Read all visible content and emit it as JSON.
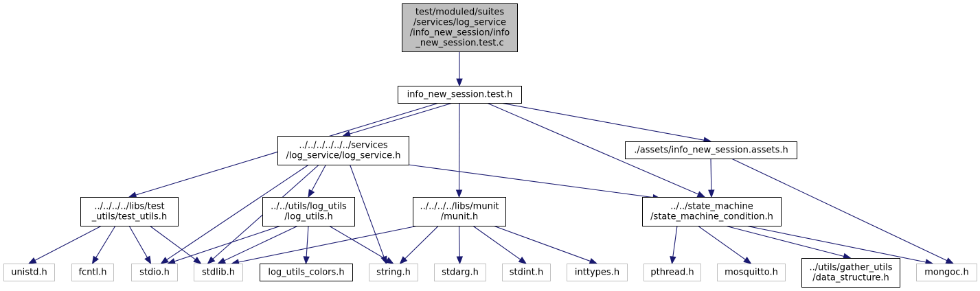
{
  "colors": {
    "edge": "#191970",
    "root_fill": "#bfbfbf",
    "node_stroke": "#000000",
    "external_stroke": "#bfbfbf",
    "external_text": "#606060"
  },
  "nodes": [
    {
      "id": "root",
      "kind": "root",
      "lines": [
        "test/moduled/suites",
        "/services/log_service",
        "/info_new_session/info",
        "_new_session.test.c"
      ]
    },
    {
      "id": "test_h",
      "kind": "file",
      "lines": [
        "info_new_session.test.h"
      ]
    },
    {
      "id": "log_service_h",
      "kind": "file",
      "lines": [
        "../../../../../../services",
        "/log_service/log_service.h"
      ]
    },
    {
      "id": "assets_h",
      "kind": "file",
      "lines": [
        "./assets/info_new_session.assets.h"
      ]
    },
    {
      "id": "test_utils_h",
      "kind": "file",
      "lines": [
        "../../../../libs/test",
        "_utils/test_utils.h"
      ]
    },
    {
      "id": "log_utils_h",
      "kind": "file",
      "lines": [
        "../../utils/log_utils",
        "/log_utils.h"
      ]
    },
    {
      "id": "munit_h",
      "kind": "file",
      "lines": [
        "../../../../libs/munit",
        "/munit.h"
      ]
    },
    {
      "id": "state_machine_h",
      "kind": "file",
      "lines": [
        "../../state_machine",
        "/state_machine_condition.h"
      ]
    },
    {
      "id": "unistd_h",
      "kind": "external",
      "lines": [
        "unistd.h"
      ]
    },
    {
      "id": "fcntl_h",
      "kind": "external",
      "lines": [
        "fcntl.h"
      ]
    },
    {
      "id": "stdio_h",
      "kind": "external",
      "lines": [
        "stdio.h"
      ]
    },
    {
      "id": "stdlib_h",
      "kind": "external",
      "lines": [
        "stdlib.h"
      ]
    },
    {
      "id": "log_utils_colors_h",
      "kind": "file",
      "lines": [
        "log_utils_colors.h"
      ]
    },
    {
      "id": "string_h",
      "kind": "external",
      "lines": [
        "string.h"
      ]
    },
    {
      "id": "stdarg_h",
      "kind": "external",
      "lines": [
        "stdarg.h"
      ]
    },
    {
      "id": "stdint_h",
      "kind": "external",
      "lines": [
        "stdint.h"
      ]
    },
    {
      "id": "inttypes_h",
      "kind": "external",
      "lines": [
        "inttypes.h"
      ]
    },
    {
      "id": "pthread_h",
      "kind": "external",
      "lines": [
        "pthread.h"
      ]
    },
    {
      "id": "mosquitto_h",
      "kind": "external",
      "lines": [
        "mosquitto.h"
      ]
    },
    {
      "id": "data_structure_h",
      "kind": "file",
      "lines": [
        "../utils/gather_utils",
        "/data_structure.h"
      ]
    },
    {
      "id": "mongoc_h",
      "kind": "external",
      "lines": [
        "mongoc.h"
      ]
    }
  ],
  "edges": [
    [
      "root",
      "test_h"
    ],
    [
      "test_h",
      "log_service_h"
    ],
    [
      "test_h",
      "assets_h"
    ],
    [
      "test_h",
      "test_utils_h"
    ],
    [
      "test_h",
      "munit_h"
    ],
    [
      "test_h",
      "state_machine_h"
    ],
    [
      "log_service_h",
      "log_utils_h"
    ],
    [
      "log_service_h",
      "stdio_h"
    ],
    [
      "log_service_h",
      "stdlib_h"
    ],
    [
      "log_service_h",
      "string_h"
    ],
    [
      "log_service_h",
      "state_machine_h"
    ],
    [
      "assets_h",
      "state_machine_h"
    ],
    [
      "assets_h",
      "mongoc_h"
    ],
    [
      "test_utils_h",
      "unistd_h"
    ],
    [
      "test_utils_h",
      "fcntl_h"
    ],
    [
      "test_utils_h",
      "stdio_h"
    ],
    [
      "test_utils_h",
      "stdlib_h"
    ],
    [
      "log_utils_h",
      "stdio_h"
    ],
    [
      "log_utils_h",
      "stdlib_h"
    ],
    [
      "log_utils_h",
      "log_utils_colors_h"
    ],
    [
      "log_utils_h",
      "string_h"
    ],
    [
      "munit_h",
      "stdlib_h"
    ],
    [
      "munit_h",
      "string_h"
    ],
    [
      "munit_h",
      "stdarg_h"
    ],
    [
      "munit_h",
      "stdint_h"
    ],
    [
      "munit_h",
      "inttypes_h"
    ],
    [
      "state_machine_h",
      "pthread_h"
    ],
    [
      "state_machine_h",
      "mosquitto_h"
    ],
    [
      "state_machine_h",
      "data_structure_h"
    ],
    [
      "state_machine_h",
      "mongoc_h"
    ]
  ]
}
